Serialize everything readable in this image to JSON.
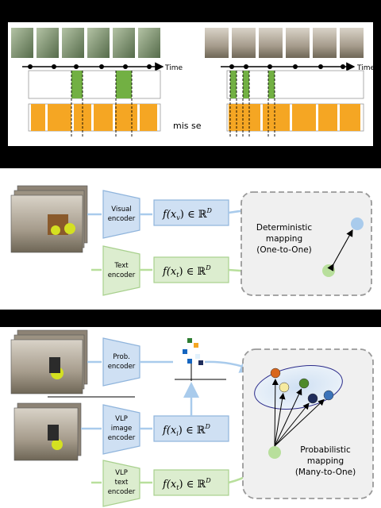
{
  "top_panel": {
    "left_timeline_label": "Time",
    "right_timeline_label": "Time",
    "partial_caption": "mis    se"
  },
  "deterministic": {
    "encoder_visual": [
      "Visual",
      "encoder"
    ],
    "encoder_text": [
      "Text",
      "encoder"
    ],
    "embed_visual_func": "f(x",
    "embed_visual_sub": "v",
    "embed_text_func": "f(x",
    "embed_text_sub": "t",
    "embed_tail": ") ∈ ℝ",
    "embed_sup": "D",
    "mapping_box": [
      "Deterministic",
      "mapping",
      "(One-to-One)"
    ]
  },
  "probabilistic": {
    "encoder_prob": [
      "Prob.",
      "encoder"
    ],
    "encoder_vlp_image": [
      "VLP",
      "image",
      "encoder"
    ],
    "encoder_vlp_text": [
      "VLP",
      "text",
      "encoder"
    ],
    "embed_image_func": "f(x",
    "embed_image_sub": "i",
    "embed_text_func": "f(x",
    "embed_text_sub": "t",
    "embed_tail": ") ∈ ℝ",
    "embed_sup": "D",
    "mapping_box": [
      "Probabilistic",
      "mapping",
      "(Many-to-One)"
    ]
  },
  "colors": {
    "visual_blue": "#cfe0f3",
    "visual_blue_border": "#8fb4dc",
    "text_green": "#dcedcf",
    "text_green_border": "#a8d08d",
    "highlight_green": "#72b043",
    "highlight_orange": "#f5a623",
    "dot_blue": "#a9cbec",
    "dot_green": "#b8df9c"
  },
  "prob_dots": [
    {
      "name": "orange",
      "color": "#d8661c"
    },
    {
      "name": "yellow",
      "color": "#f5eaa0"
    },
    {
      "name": "green",
      "color": "#4f8a2b"
    },
    {
      "name": "navy",
      "color": "#1f2d5c"
    },
    {
      "name": "blue",
      "color": "#3b73b9"
    }
  ]
}
